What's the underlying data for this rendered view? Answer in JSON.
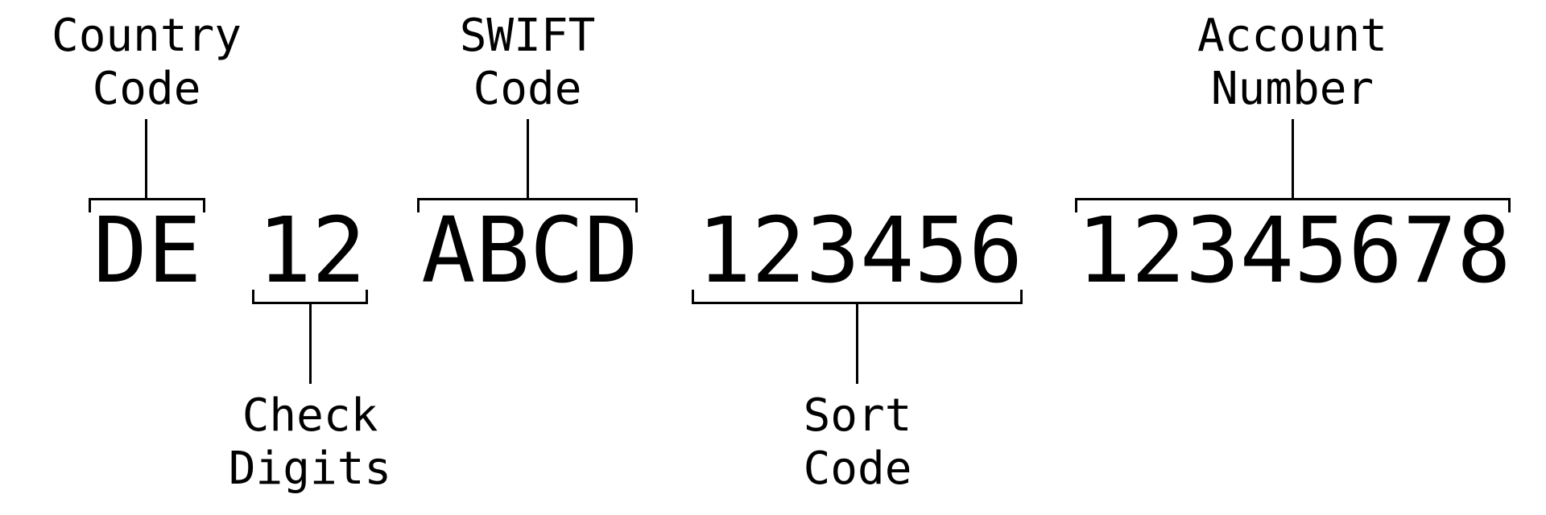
{
  "segments": {
    "country": "DE",
    "check": "12",
    "swift": "ABCD",
    "sort": "123456",
    "account": "12345678"
  },
  "labels": {
    "country": [
      "Country",
      "Code"
    ],
    "check": [
      "Check",
      "Digits"
    ],
    "swift": [
      "SWIFT",
      "Code"
    ],
    "sort": [
      "Sort",
      "Code"
    ],
    "account": [
      "Account",
      "Number"
    ]
  }
}
